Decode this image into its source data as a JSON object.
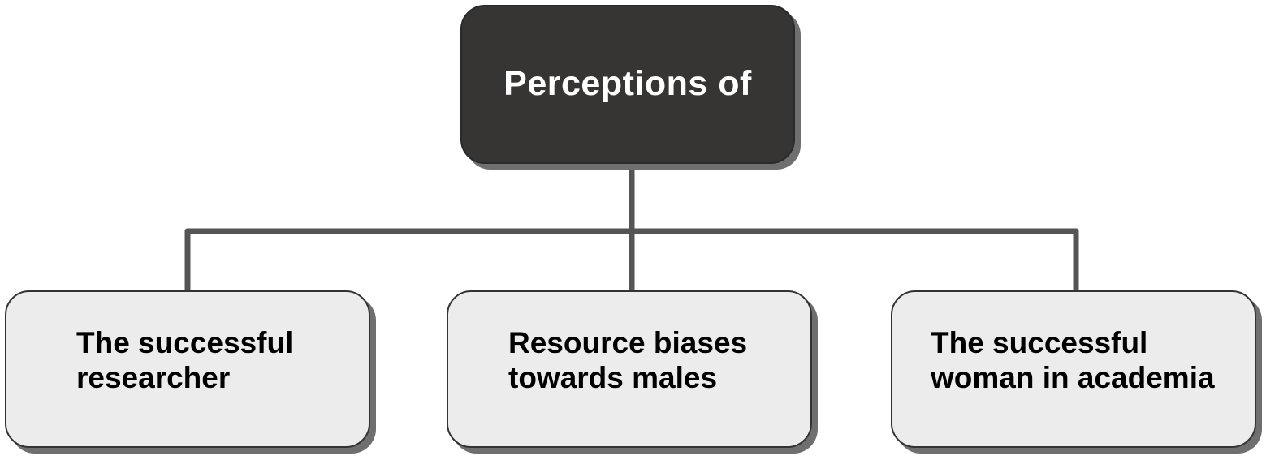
{
  "diagram": {
    "root": {
      "label": "Perceptions of"
    },
    "children": [
      {
        "label": "The successful\nresearcher"
      },
      {
        "label": "Resource biases\ntowards males"
      },
      {
        "label": "The successful\nwoman in academia"
      }
    ]
  },
  "colors": {
    "root_fill": "#363534",
    "root_text": "#ffffff",
    "child_fill": "#ececec",
    "child_text": "#000000",
    "connector": "#555555",
    "shadow": "#6f6f6f"
  }
}
